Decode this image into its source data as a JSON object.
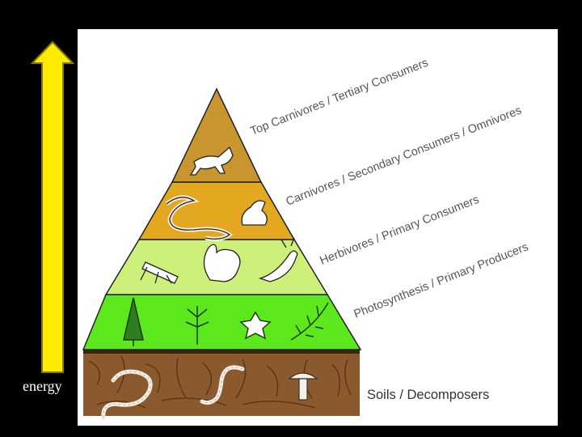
{
  "arrow": {
    "label": "energy",
    "color": "#ffec00"
  },
  "pyramid": {
    "levels": [
      {
        "label": "Top Carnivores / Tertiary Consumers",
        "color": "#c8952e",
        "animals": [
          "fox"
        ]
      },
      {
        "label": "Carnivores / Secondary Consumers / Omnivores",
        "color": "#e3a720",
        "animals": [
          "snake",
          "frog"
        ]
      },
      {
        "label": "Herbivores / Primary Consumers",
        "color": "#ccf07a",
        "animals": [
          "grasshopper",
          "squirrel",
          "deer"
        ]
      },
      {
        "label": "Photosynthesis / Primary Producers",
        "color": "#5ce81c",
        "animals": [
          "tree",
          "sapling",
          "flower",
          "fern"
        ]
      }
    ],
    "soil": {
      "label": "Soils / Decomposers",
      "color": "#8a5a2e",
      "organisms": [
        "worm",
        "worm",
        "mushroom"
      ]
    }
  }
}
